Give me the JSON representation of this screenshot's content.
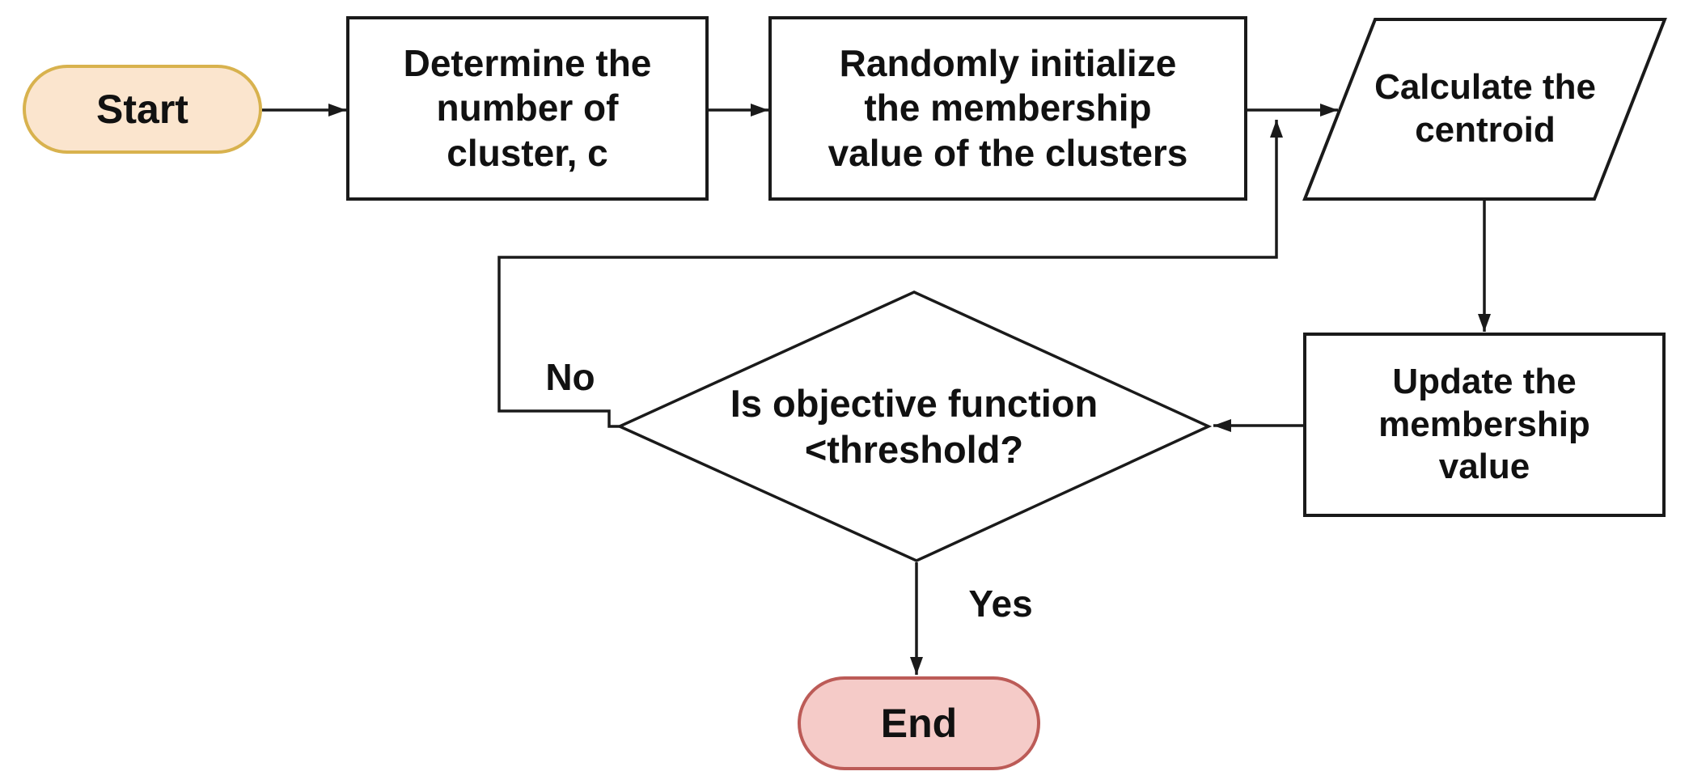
{
  "flowchart": {
    "nodes": {
      "start": {
        "label": "Start",
        "shape": "stadium",
        "fill": "#FBE5CE",
        "stroke": "#D8B24E"
      },
      "determine": {
        "label": "Determine the\nnumber of\ncluster, c",
        "shape": "process"
      },
      "randomize": {
        "label": "Randomly initialize\nthe membership\nvalue of the clusters",
        "shape": "process"
      },
      "centroid": {
        "label": "Calculate the\ncentroid",
        "shape": "parallelogram"
      },
      "update": {
        "label": "Update the\nmembership\nvalue",
        "shape": "process"
      },
      "decision": {
        "label": "Is objective function\n<threshold?",
        "shape": "decision"
      },
      "end": {
        "label": "End",
        "shape": "stadium",
        "fill": "#F5CBC8",
        "stroke": "#BC5B57"
      }
    },
    "edge_labels": {
      "no": "No",
      "yes": "Yes"
    },
    "colors": {
      "process_fill": "#FFFFFF",
      "line": "#1A1A1A",
      "text": "#111111"
    }
  }
}
